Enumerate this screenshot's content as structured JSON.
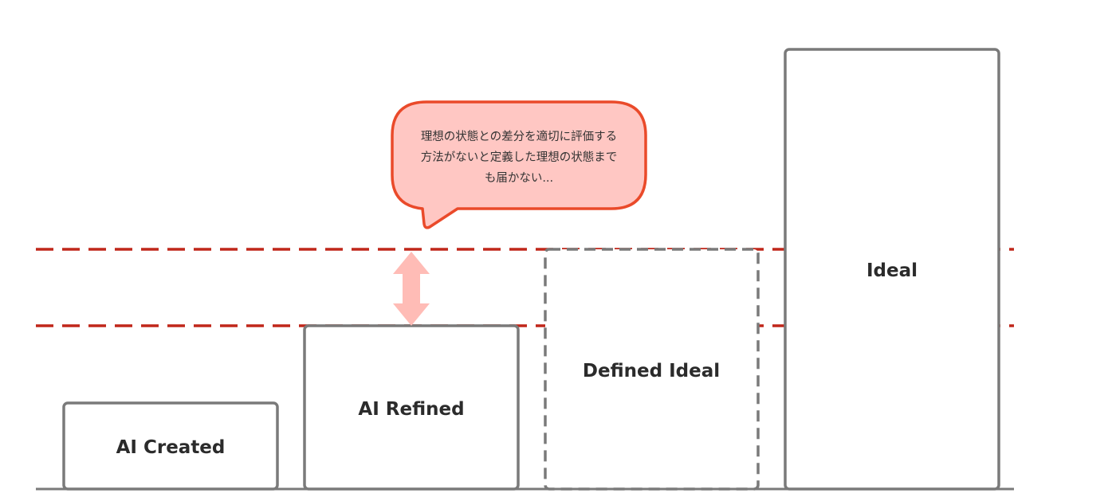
{
  "bars": [
    {
      "id": "ai-created",
      "label": "AI Created",
      "style": "solid"
    },
    {
      "id": "ai-refined",
      "label": "AI Refined",
      "style": "solid"
    },
    {
      "id": "defined-ideal",
      "label": "Defined Ideal",
      "style": "dashed"
    },
    {
      "id": "ideal",
      "label": "Ideal",
      "style": "solid"
    }
  ],
  "callout": {
    "lines": [
      "理想の状態との差分を適切に評価する",
      "方法がないと定義した理想の状態まで",
      "も届かない..."
    ]
  },
  "colors": {
    "bar_stroke": "#7a7a7a",
    "reference_line": "#c0271a",
    "bubble_fill": "#ffc7c3",
    "bubble_stroke": "#ea4a2a",
    "gap_arrow": "#ffbcb6",
    "baseline": "#7a7a7a"
  }
}
